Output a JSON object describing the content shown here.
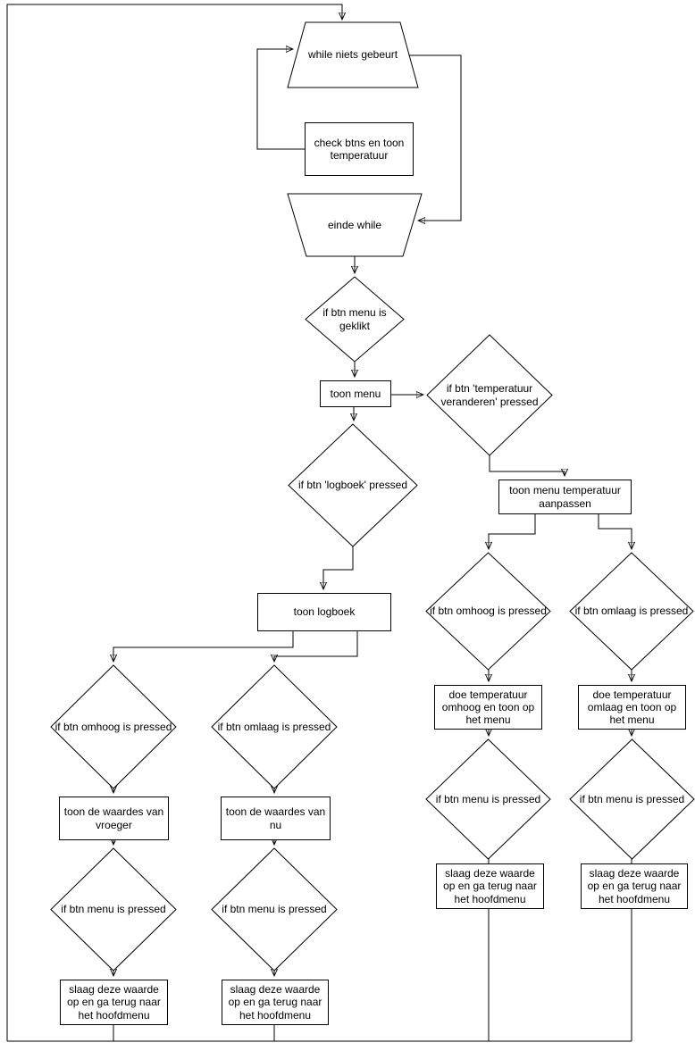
{
  "diagram": {
    "language": "Dutch",
    "type": "flowchart",
    "colors": {
      "stroke": "#000000",
      "shape_fill": "#ffffff",
      "text": "#000000",
      "background": "#ffffff"
    },
    "nodes": {
      "while_start": {
        "shape": "loop-start-trapezoid",
        "label": "while niets gebeurt"
      },
      "check_btns": {
        "shape": "process-rect",
        "label": "check btns en toon temperatuur"
      },
      "while_end": {
        "shape": "loop-end-trapezoid",
        "label": "einde while"
      },
      "if_menu_geklikt": {
        "shape": "decision-diamond",
        "label": "if btn menu is geklikt"
      },
      "toon_menu": {
        "shape": "process-rect",
        "label": "toon menu"
      },
      "if_temp_veranderen": {
        "shape": "decision-diamond",
        "label": "if btn 'temperatuur veranderen' pressed"
      },
      "toon_menu_temp": {
        "shape": "process-rect",
        "label": "toon menu temperatuur aanpassen"
      },
      "if_logboek": {
        "shape": "decision-diamond",
        "label": "if btn 'logboek' pressed"
      },
      "toon_logboek": {
        "shape": "process-rect",
        "label": "toon logboek"
      },
      "if_omhoog_log": {
        "shape": "decision-diamond",
        "label": "if btn omhoog is pressed"
      },
      "if_omlaag_log": {
        "shape": "decision-diamond",
        "label": "if btn omlaag is pressed"
      },
      "toon_waardes_vroeger": {
        "shape": "process-rect",
        "label": "toon de waardes van vroeger"
      },
      "toon_waardes_nu": {
        "shape": "process-rect",
        "label": "toon de waardes van nu"
      },
      "if_menu_log1": {
        "shape": "decision-diamond",
        "label": "if btn menu is pressed"
      },
      "if_menu_log2": {
        "shape": "decision-diamond",
        "label": "if btn menu is pressed"
      },
      "slaag_log1": {
        "shape": "process-rect",
        "label": "slaag deze waarde op en ga terug naar het hoofdmenu"
      },
      "slaag_log2": {
        "shape": "process-rect",
        "label": "slaag deze waarde op en ga terug naar het hoofdmenu"
      },
      "if_omhoog_temp": {
        "shape": "decision-diamond",
        "label": "if btn omhoog is pressed"
      },
      "if_omlaag_temp": {
        "shape": "decision-diamond",
        "label": "if btn omlaag is pressed"
      },
      "doe_temp_omhoog": {
        "shape": "process-rect",
        "label": "doe temperatuur omhoog en toon op het menu"
      },
      "doe_temp_omlaag": {
        "shape": "process-rect",
        "label": "doe temperatuur omlaag en toon op het menu"
      },
      "if_menu_temp1": {
        "shape": "decision-diamond",
        "label": "if btn menu is pressed"
      },
      "if_menu_temp2": {
        "shape": "decision-diamond",
        "label": "if btn menu is pressed"
      },
      "slaag_temp1": {
        "shape": "process-rect",
        "label": "slaag deze waarde op en ga terug naar het hoofdmenu"
      },
      "slaag_temp2": {
        "shape": "process-rect",
        "label": "slaag deze waarde op en ga terug naar het hoofdmenu"
      }
    }
  }
}
